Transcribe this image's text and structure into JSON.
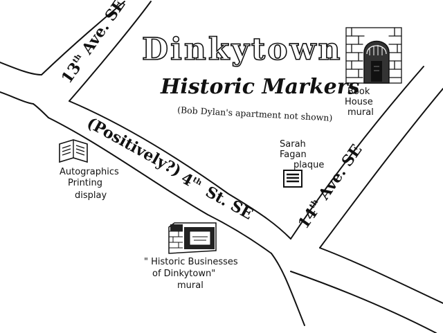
{
  "title": "Dinkytown",
  "subtitle": "Historic Markers",
  "note": "(Bob Dylan's apartment not shown)",
  "streets": {
    "thirteenth": {
      "num": "13",
      "sup": "th",
      "rest": " Ave. SE"
    },
    "fourteenth": {
      "num": "14",
      "sup": "th",
      "rest": " Ave. SE"
    },
    "fourth_prefix": "(Positively?)",
    "fourth_num": "4",
    "fourth_sup": "th",
    "fourth_rest": "St. SE"
  },
  "markers": {
    "book_house": {
      "line1": "Book",
      "line2": "House",
      "line3": "mural",
      "icon": "brick-arch-mural-icon"
    },
    "sarah_fagan": {
      "line1": "Sarah",
      "line2": "Fagan",
      "line3": "plaque",
      "icon": "plaque-icon"
    },
    "autographics": {
      "line1": "Autographics",
      "line2": "Printing",
      "line3": "display",
      "icon": "open-display-icon"
    },
    "historic_businesses": {
      "line1": "\" Historic Businesses",
      "line2": "of Dinkytown\"",
      "line3": "mural",
      "icon": "storefront-mural-icon"
    }
  },
  "colors": {
    "ink": "#111111",
    "paper": "#ffffff"
  }
}
